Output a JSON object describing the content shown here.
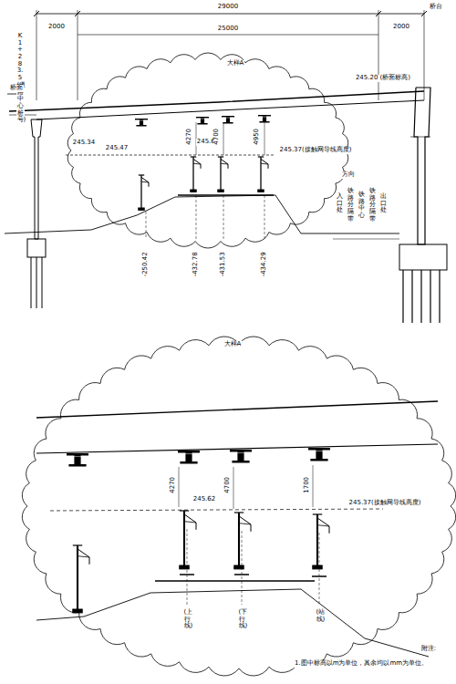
{
  "diagram": {
    "labels": [
      "29000",
      "2000",
      "25000",
      "2000",
      "桥台",
      "K1+283.5 (道路中心桩号)",
      "桥面",
      "245.20 (桥面标高)",
      "大样A",
      "245.34",
      "245.47",
      "245.62",
      "245.37(接触网导线高度)",
      "4270",
      "4700",
      "4950",
      "-250.42",
      "-432.78",
      "-431.53",
      "-434.29",
      "入口处",
      "铁路分隔带",
      "铁路中心",
      "铁路分隔带",
      "出口处",
      "方向",
      "大样A",
      "4270",
      "4700",
      "1700",
      "245.62",
      "245.37(接触网导线高度)",
      "(上行线)",
      "(下行线)",
      "(站线)",
      "附注:",
      "1.图中标高以m为单位，其余均以mm为单位。"
    ]
  }
}
